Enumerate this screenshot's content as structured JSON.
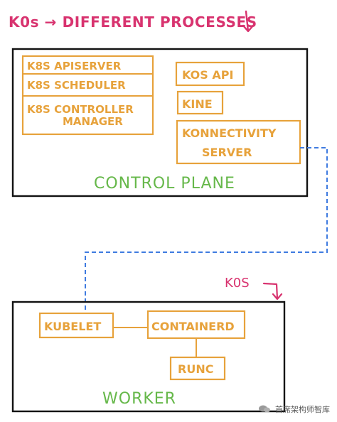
{
  "header": {
    "label": "K0s → DIFFERENT PROCESSES"
  },
  "control_plane": {
    "label": "CONTROL PLANE",
    "components_left": [
      "K8S APISERVER",
      "K8S SCHEDULER",
      "K8S CONTROLLER",
      "MANAGER"
    ],
    "components_right": [
      "KOS API",
      "KINE",
      "KONNECTIVITY",
      "SERVER"
    ]
  },
  "worker": {
    "tag": "K0S",
    "label": "WORKER",
    "components": {
      "kubelet": "KUBELET",
      "containerd": "CONTAINERD",
      "runc": "RUNC"
    }
  },
  "watermark": {
    "text": "首席架构师智库"
  },
  "colors": {
    "annotation": "#d8336f",
    "component": "#e7a23b",
    "plane_label": "#66b84a",
    "connector": "#3f7be0",
    "box": "#111111"
  }
}
